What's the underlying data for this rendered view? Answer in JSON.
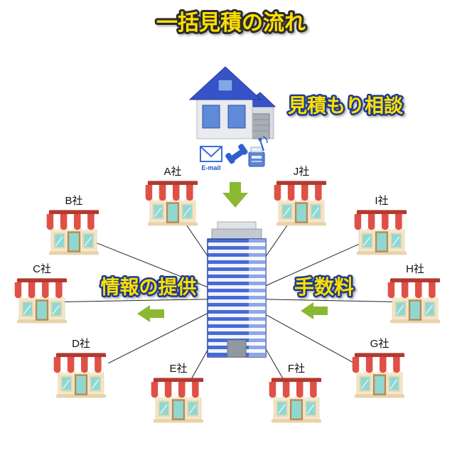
{
  "title": "一括見積の流れ",
  "labels": {
    "consult": "見積もり相談",
    "info": "情報の提供",
    "fee": "手数料"
  },
  "icons": {
    "email_label": "E-mail"
  },
  "companies": [
    {
      "label": "A社"
    },
    {
      "label": "B社"
    },
    {
      "label": "C社"
    },
    {
      "label": "D社"
    },
    {
      "label": "E社"
    },
    {
      "label": "F社"
    },
    {
      "label": "G社"
    },
    {
      "label": "H社"
    },
    {
      "label": "I社"
    },
    {
      "label": "J社"
    }
  ],
  "colors": {
    "accent_text": "#ffdf00",
    "outline_title": "#2b2b2b",
    "outline_label": "#1c3a8e",
    "arrow_green": "#8bb832",
    "line": "#222222",
    "awning_red": "#e05047",
    "roof_blue": "#3753c9",
    "building_blue": "#476bd6"
  }
}
